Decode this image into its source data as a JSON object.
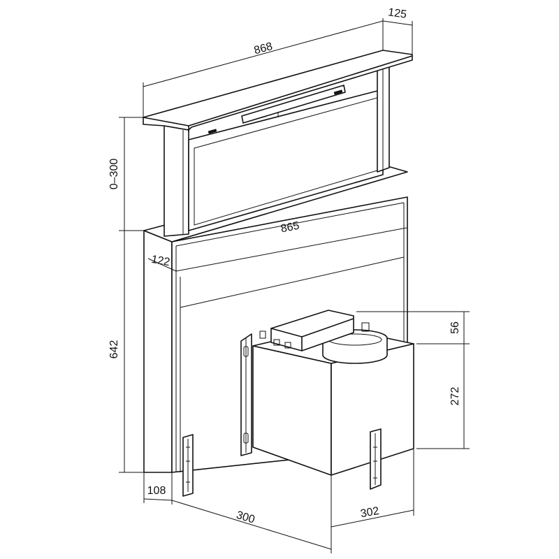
{
  "dimensions": {
    "top_length": "868",
    "top_depth": "125",
    "lift_height": "0–300",
    "body_length": "865",
    "body_depth": "122",
    "body_height": "642",
    "base_depth": "108",
    "base_length": "300",
    "motor_depth": "302",
    "outlet_height": "56",
    "motor_height": "272"
  },
  "colors": {
    "line": "#111111",
    "background": "#ffffff"
  }
}
